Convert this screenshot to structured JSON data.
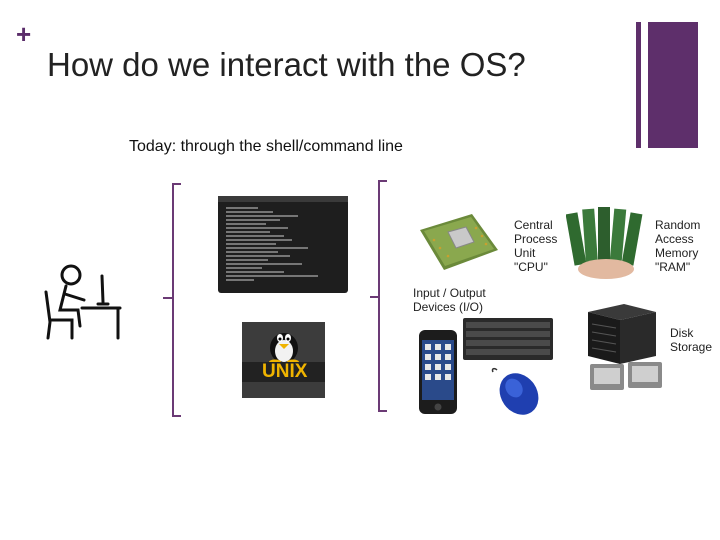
{
  "slide": {
    "plus_symbol": "+",
    "title": "How do we interact with the OS?",
    "subtitle": "Today: through the shell/command line",
    "accent_color": "#5e2f6b"
  },
  "labels": {
    "cpu": [
      "Central",
      "Process",
      "Unit",
      "\"CPU\""
    ],
    "ram": [
      "Random",
      "Access",
      "Memory",
      "\"RAM\""
    ],
    "io": [
      "Input / Output",
      "Devices (I/O)"
    ],
    "disk": [
      "Disk",
      "Storage"
    ]
  },
  "images": {
    "person": "person-at-computer-icon",
    "terminal": "terminal-screenshot",
    "unix": {
      "icon": "tux-penguin-icon",
      "text": "UNIX"
    },
    "cpu": "cpu-chip-image",
    "ram": "ram-sticks-image",
    "phone": "smartphone-image",
    "keyboard": "keyboard-image",
    "mouse": "mouse-image",
    "server": "server-tower-image",
    "drives": "hard-drives-image"
  }
}
